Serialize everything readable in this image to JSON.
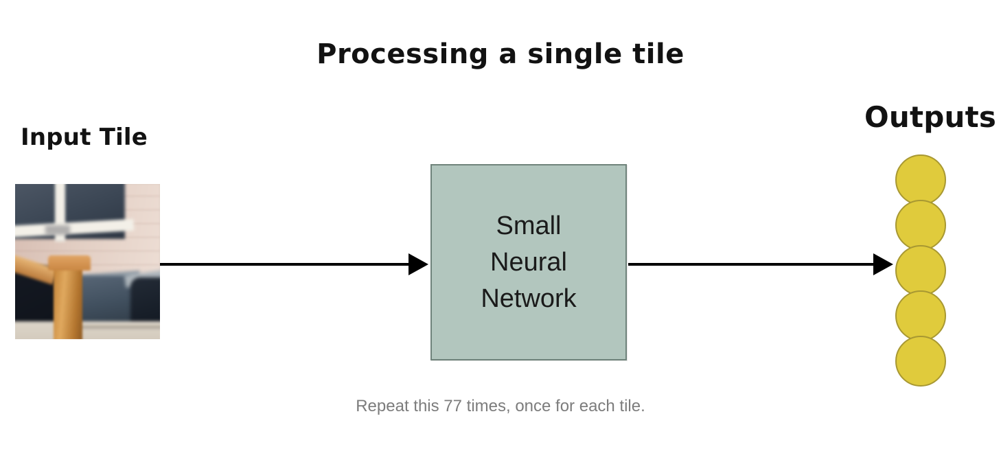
{
  "diagram": {
    "title": "Processing a single tile",
    "caption": "Repeat this 77 times, once for each tile.",
    "repeat_count": 77,
    "background_color": "#ffffff"
  },
  "input": {
    "label": "Input Tile",
    "image_description": "Blurred photo tile of a house exterior: pinkish-tan lap siding, white-framed dark window at top, wooden newel post in foreground, dark navy trash bins and pale concrete at bottom"
  },
  "process": {
    "label_lines": [
      "Small",
      "Neural",
      "Network"
    ],
    "fill_color": "#b2c6be",
    "border_color": "#6f837b"
  },
  "outputs": {
    "label": "Outputs",
    "node_count": 5,
    "node_color": "#e0cb3c",
    "node_border_color": "#a89832"
  },
  "arrows": {
    "input_to_network": "arrow-right",
    "network_to_outputs": "arrow-right",
    "color": "#000000"
  }
}
